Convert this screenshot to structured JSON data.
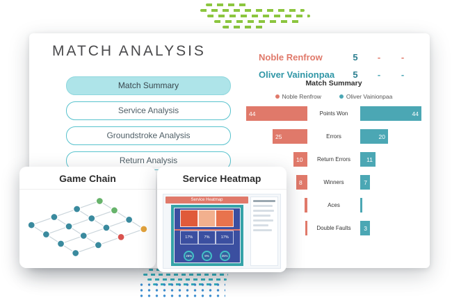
{
  "colors": {
    "salmon": "#E0796A",
    "teal": "#4BA7B4",
    "teal-dark": "#2F96A6",
    "score": "#2A7E8F",
    "title": "#4A4A4C",
    "pill-border": "#57C2CD",
    "pill-active": "#AEE4E9",
    "green": "#8CC63F",
    "teal-dot": "#35B7C3",
    "blue-dot": "#3E8FD1",
    "edge": "#C9D4DA",
    "court": "#3B4FA0",
    "court-outer": "#35A3A8"
  },
  "page": {
    "title": "MATCH ANALYSIS"
  },
  "nav": {
    "items": [
      "Match Summary",
      "Service Analysis",
      "Groundstroke Analysis",
      "Return Analysis"
    ],
    "active": "Match Summary"
  },
  "scoreboard": {
    "rows": [
      {
        "name": "Noble Renfrow",
        "sets": "5",
        "g1": "-",
        "g2": "-"
      },
      {
        "name": "Oliver Vainionpaa",
        "sets": "5",
        "g1": "-",
        "g2": "-"
      }
    ]
  },
  "chart_data": {
    "type": "bar",
    "variant": "tornado",
    "title": "Match Summary",
    "legend": [
      "Noble Renfrow",
      "Oliver Vainionpaa"
    ],
    "categories": [
      "Points Won",
      "Errors",
      "Return Errors",
      "Winners",
      "Aces",
      "Double Faults"
    ],
    "series": [
      {
        "name": "Noble Renfrow",
        "color": "#E0796A",
        "values": [
          44,
          25,
          10,
          8,
          2,
          1
        ],
        "labels": [
          "44",
          "25",
          "10",
          "8",
          "",
          ""
        ]
      },
      {
        "name": "Oliver Vainionpaa",
        "color": "#4BA7B4",
        "values": [
          44,
          20,
          11,
          7,
          1,
          3
        ],
        "labels": [
          "44",
          "20",
          "11",
          "7",
          "",
          "3"
        ]
      }
    ],
    "max_value": 44,
    "legend_position": "top"
  },
  "cards": {
    "game_chain": {
      "title": "Game Chain"
    },
    "service_heatmap": {
      "title": "Service Heatmap",
      "mini_title": "Service Heatmap",
      "box_values": [
        "17%",
        "7%",
        "17%"
      ],
      "circle_values": [
        "25%",
        "8%",
        "25%"
      ],
      "heat_colors": [
        "#E05A3A",
        "#F2B08E",
        "#E8734D"
      ]
    }
  },
  "game_chain": {
    "rows": 4,
    "cols": 4,
    "default_color": "#3A8A9E",
    "specials": [
      {
        "i": 3,
        "j": 0,
        "color": "#67B36B"
      },
      {
        "i": 3,
        "j": 1,
        "color": "#67B36B"
      },
      {
        "i": 3,
        "j": 3,
        "color": "#E2A23C"
      },
      {
        "i": 2,
        "j": 3,
        "color": "#D9534F"
      }
    ]
  }
}
